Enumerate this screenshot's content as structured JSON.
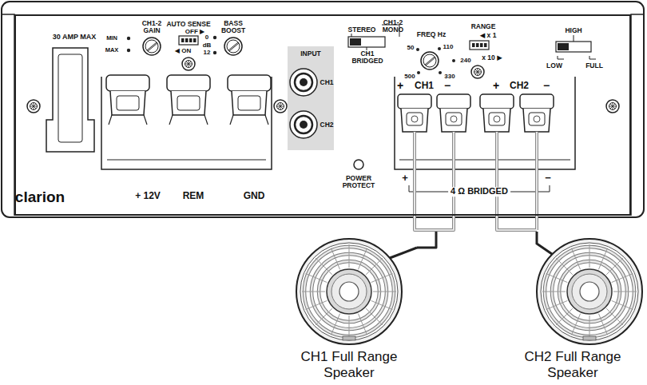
{
  "diagram": {
    "nodes": [
      {
        "text": [
          "clarion"
        ]
      },
      {
        "text": [
          "+",
          "CH1",
          "−"
        ],
        "in": 0
      },
      {
        "text": [
          "+",
          "CH2",
          "−"
        ],
        "in": 0
      },
      {
        "text": [
          "CH1 Full Range Speaker"
        ]
      },
      {
        "text": [
          "CH2 Full Range Speaker"
        ]
      }
    ],
    "edges": [
      {
        "from": 1,
        "to": 3,
        "arrow": "none"
      },
      {
        "from": 2,
        "to": 4,
        "arrow": "none"
      }
    ],
    "labels": [
      "30 AMP MAX",
      "CH1-2 GAIN",
      "MIN",
      "MAX",
      "AUTO SENSE",
      "OFF ▶",
      "◀ ON",
      "BASS BOOST",
      "0",
      "dB",
      "12",
      "+ 12V",
      "REM",
      "GND",
      "INPUT",
      "CH1",
      "CH2",
      "POWER PROTECT",
      "STEREO",
      "CH1-2 MONO",
      "CH1 BRIDGED",
      "FREQ Hz",
      "50",
      "110",
      "240",
      "330",
      "500",
      "RANGE",
      "◀ x 1",
      "x 10 ▶",
      "HIGH",
      "LOW",
      "FULL",
      "+",
      "4 Ω BRIDGED",
      "−"
    ]
  }
}
